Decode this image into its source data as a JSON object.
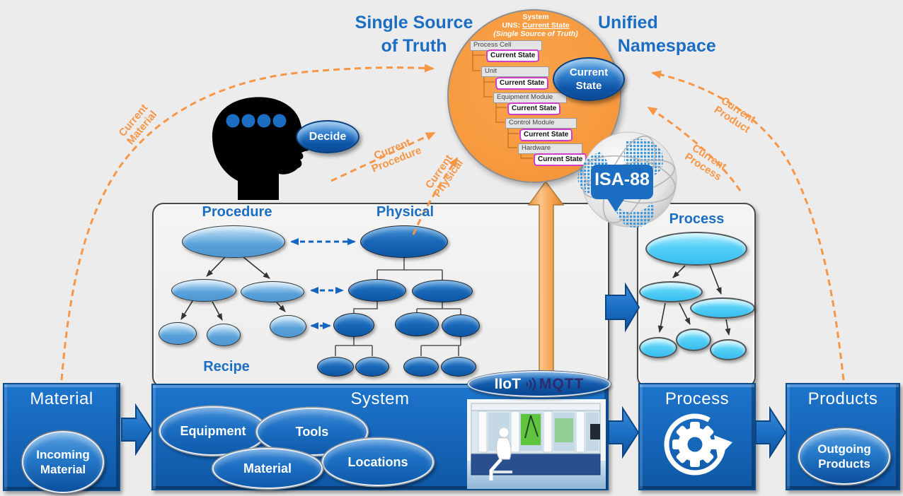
{
  "colors": {
    "accent_orange": "#F79646",
    "title_blue": "#1B6EC2",
    "box_blue": "#1262B4",
    "process_cyan": "#45C8F5",
    "state_magenta": "#CC3ECC"
  },
  "headline": {
    "single_source": "Single Source\nof Truth",
    "unified_namespace": "Unified\n    Namespace"
  },
  "uns_circle": {
    "root": "System",
    "uns_prefix": "UNS: ",
    "uns_value": "Current State",
    "uns_note": "(Single Source of Truth)",
    "levels": [
      {
        "name": "Process Cell",
        "state": "Current State"
      },
      {
        "name": "Unit",
        "state": "Current State"
      },
      {
        "name": "Equipment Module",
        "state": "Current State"
      },
      {
        "name": "Control Module",
        "state": "Current State"
      },
      {
        "name": "Hardware",
        "state": "Current State"
      }
    ],
    "bubble": "Current\nState"
  },
  "isa_badge": "ISA-88",
  "decide_bubble": "Decide",
  "model_panel": {
    "procedure_title": "Procedure",
    "physical_title": "Physical",
    "recipe_label": "Recipe"
  },
  "process_panel_title": "Process",
  "flow_labels": {
    "current_material": "Current\nMaterial",
    "current_procedure": "Current\nProcedure",
    "current_physical": "Current\nPhysical",
    "current_process": "Current\nProcess",
    "current_product": "Current\nProduct"
  },
  "pipeline": {
    "material": {
      "title": "Material",
      "bubble": "Incoming\nMaterial"
    },
    "system": {
      "title": "System",
      "resources": [
        "Equipment",
        "Tools",
        "Material",
        "Locations"
      ]
    },
    "process": {
      "title": "Process"
    },
    "products": {
      "title": "Products",
      "bubble": "Outgoing\nProducts"
    },
    "iiot_left": "IIoT",
    "iiot_right": "MQTT"
  }
}
